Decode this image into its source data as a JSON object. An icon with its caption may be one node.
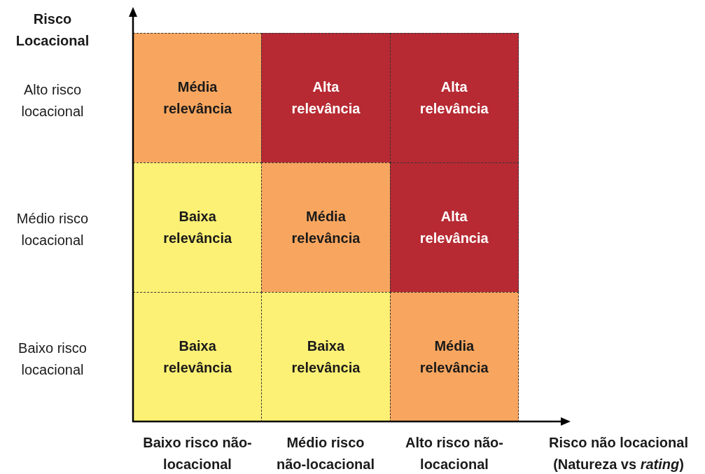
{
  "diagram": {
    "nodes": [
      {
        "text": [
          "Média relevância"
        ]
      },
      {
        "text": [
          "Alta relevância"
        ]
      },
      {
        "text": [
          "Alta relevância"
        ]
      },
      {
        "text": [
          "Baixa relevância"
        ]
      },
      {
        "text": [
          "Média relevância"
        ]
      },
      {
        "text": [
          "Alta relevância"
        ]
      },
      {
        "text": [
          "Baixa relevância"
        ]
      },
      {
        "text": [
          "Baixa relevância"
        ]
      },
      {
        "text": [
          "Média relevância"
        ]
      }
    ],
    "labels": [
      "Risco Locacional",
      "Alto risco locacional",
      "Médio risco locacional",
      "Baixo risco locacional",
      "Baixo risco não-locacional",
      "Médio risco não-locacional",
      "Alto risco não-locacional",
      "Risco não locacional (Natureza vs *rating*)"
    ]
  }
}
